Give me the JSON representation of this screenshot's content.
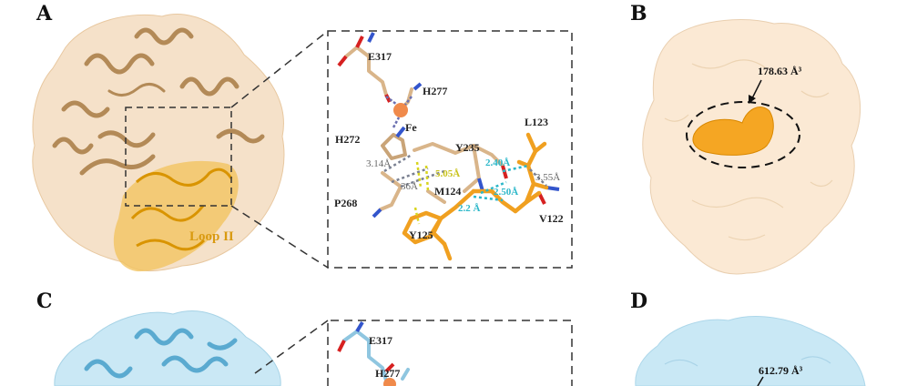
{
  "panels": {
    "a": "A",
    "b": "B",
    "c": "C",
    "d": "D"
  },
  "labels_top": {
    "loop": "Loop II",
    "e317": "E317",
    "h277": "H277",
    "fe": "Fe",
    "h272": "H272",
    "y235": "Y235",
    "l123": "L123",
    "p268": "P268",
    "m124": "M124",
    "y125": "Y125",
    "v122": "V122",
    "d314": "3.14Å",
    "d505": "5.05Å",
    "d36": "36Å",
    "d240": "2.40Å",
    "d355": "3.55Å",
    "d250": "2.50Å",
    "d2x": "2.2 Å",
    "volume_b": "178.63 Å³"
  },
  "labels_bottom": {
    "e317": "E317",
    "h277": "H277",
    "volume_d": "612.79 Å³"
  },
  "colors": {
    "tan_surface": "#f3dcc0",
    "tan_ribbon": "#b38a57",
    "gold": "#e9a21c",
    "blue_surface": "#c4e6f4",
    "blue_ribbon": "#5aaad0",
    "cyan_bond": "#2bb7c9",
    "yellow_bond": "#d8d51f",
    "grey_bond": "#7a8091"
  }
}
